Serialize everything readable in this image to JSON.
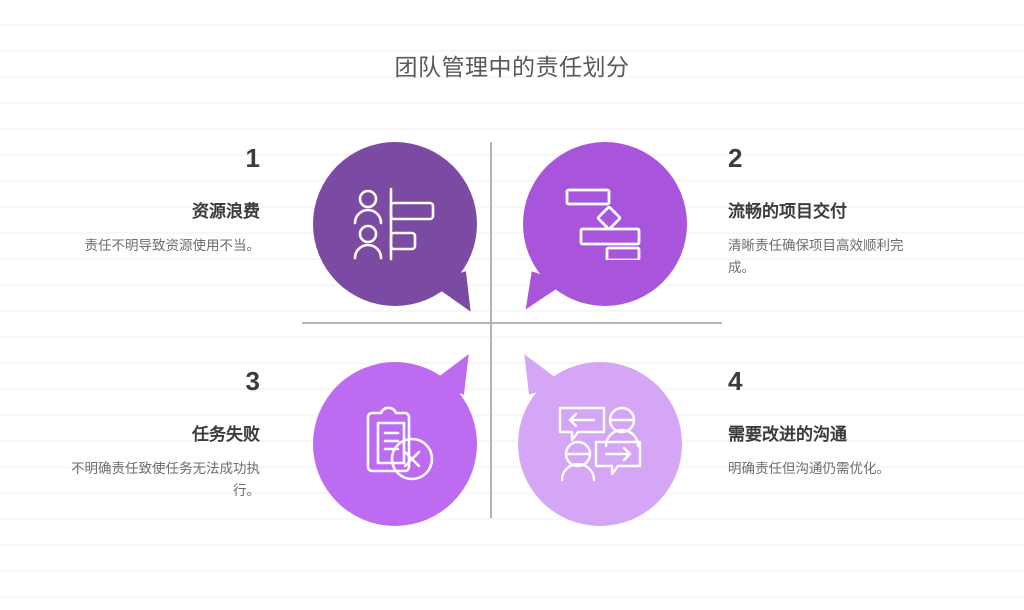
{
  "page": {
    "title": "团队管理中的责任划分",
    "background_color": "#ffffff",
    "divider_color": "#b3b3b3"
  },
  "quadrants": [
    {
      "number": "1",
      "heading": "资源浪费",
      "description": "责任不明导致资源使用不当。",
      "color": "#7b4ba3",
      "icon": "people-resource-bars-icon",
      "tail": "bottom-right",
      "text_align": "right"
    },
    {
      "number": "2",
      "heading": "流畅的项目交付",
      "description": "清晰责任确保项目高效顺利完成。",
      "color": "#a855dc",
      "icon": "gantt-chart-icon",
      "tail": "bottom-left",
      "text_align": "left"
    },
    {
      "number": "3",
      "heading": "任务失败",
      "description": "不明确责任致使任务无法成功执行。",
      "color": "#bd6bf0",
      "icon": "clipboard-error-icon",
      "tail": "top-right",
      "text_align": "right"
    },
    {
      "number": "4",
      "heading": "需要改进的沟通",
      "description": "明确责任但沟通仍需优化。",
      "color": "#d4a6f5",
      "icon": "two-people-chat-icon",
      "tail": "top-left",
      "text_align": "left"
    }
  ]
}
